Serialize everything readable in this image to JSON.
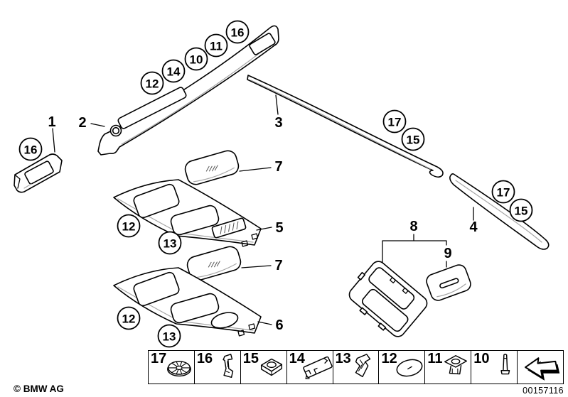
{
  "page": {
    "copyright": "© BMW AG",
    "diagram_number": "00157116",
    "background": "#ffffff",
    "line_color": "#000000",
    "accent_gray": "#a6a6a6"
  },
  "labels": [
    {
      "num": "1"
    },
    {
      "num": "2"
    },
    {
      "num": "3"
    },
    {
      "num": "4"
    },
    {
      "num": "5"
    },
    {
      "num": "6"
    },
    {
      "num": "7"
    },
    {
      "num": "7"
    },
    {
      "num": "8"
    },
    {
      "num": "9"
    }
  ],
  "callouts": [
    {
      "num": "12"
    },
    {
      "num": "14"
    },
    {
      "num": "10"
    },
    {
      "num": "11"
    },
    {
      "num": "16"
    },
    {
      "num": "16"
    },
    {
      "num": "17"
    },
    {
      "num": "15"
    },
    {
      "num": "17"
    },
    {
      "num": "15"
    },
    {
      "num": "12"
    },
    {
      "num": "13"
    },
    {
      "num": "12"
    },
    {
      "num": "13"
    }
  ],
  "legend": {
    "cells": [
      {
        "num": "17",
        "icon": "push-nut-icon"
      },
      {
        "num": "16",
        "icon": "spring-clip-icon"
      },
      {
        "num": "15",
        "icon": "grommet-icon"
      },
      {
        "num": "14",
        "icon": "flat-clip-icon"
      },
      {
        "num": "13",
        "icon": "clamp-clip-icon"
      },
      {
        "num": "12",
        "icon": "oval-cap-icon"
      },
      {
        "num": "11",
        "icon": "clip-nut-icon"
      },
      {
        "num": "10",
        "icon": "expanding-rivet-icon"
      }
    ],
    "arrow_icon": "direction-arrow-icon"
  }
}
